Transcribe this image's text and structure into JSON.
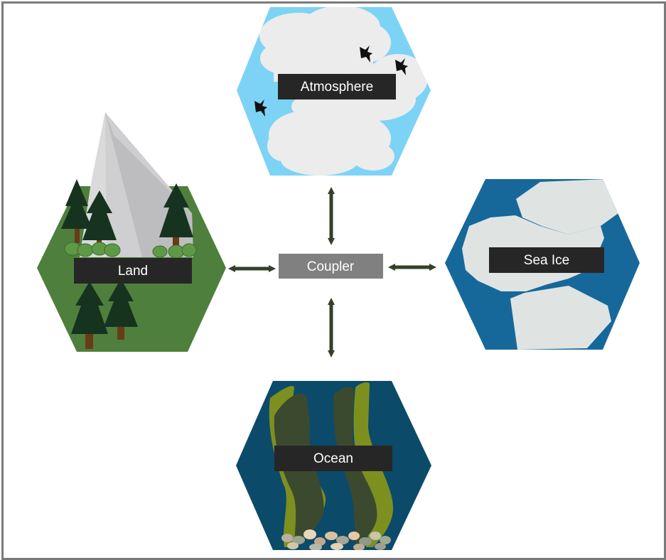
{
  "nodes": {
    "atmosphere": {
      "label": "Atmosphere"
    },
    "land": {
      "label": "Land"
    },
    "sea_ice": {
      "label": "Sea Ice"
    },
    "ocean": {
      "label": "Ocean"
    },
    "coupler": {
      "label": "Coupler"
    }
  },
  "colors": {
    "sky": "#7dd3f5",
    "cloud": "#ececec",
    "land_green": "#4f7f3c",
    "tree": "#163320",
    "trunk": "#6a3b17",
    "mountain": "#cfcfd1",
    "sea_blue": "#17689a",
    "ice": "#dfe4e3",
    "ocean_blue": "#0c4a6a",
    "kelp_dark": "#3b4a2e",
    "kelp_light": "#7d8f1f",
    "label_bg": "#262626",
    "label_text": "#ffffff",
    "coupler_bg": "#808080",
    "arrow": "#34402a",
    "frame": "#7a7a7a"
  },
  "icons": [
    "bird-icon",
    "tree-icon",
    "cloud-icon",
    "mountain-icon",
    "ice-floe-icon",
    "kelp-icon",
    "pebble-icon"
  ]
}
